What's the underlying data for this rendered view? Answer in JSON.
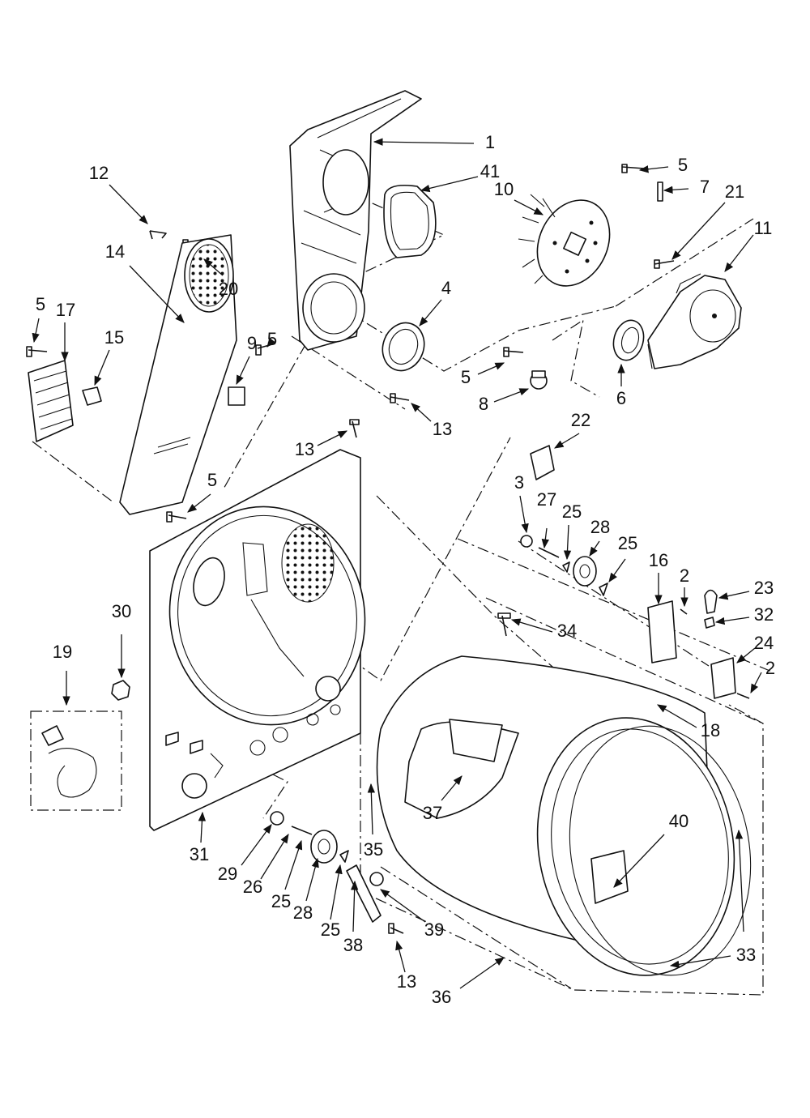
{
  "parts": [
    {
      "id": "1",
      "label": "1"
    },
    {
      "id": "41",
      "label": "41"
    },
    {
      "id": "10",
      "label": "10"
    },
    {
      "id": "5a",
      "label": "5"
    },
    {
      "id": "7",
      "label": "7"
    },
    {
      "id": "21",
      "label": "21"
    },
    {
      "id": "11",
      "label": "11"
    },
    {
      "id": "12",
      "label": "12"
    },
    {
      "id": "20",
      "label": "20"
    },
    {
      "id": "14",
      "label": "14"
    },
    {
      "id": "4",
      "label": "4"
    },
    {
      "id": "5b",
      "label": "5"
    },
    {
      "id": "17",
      "label": "17"
    },
    {
      "id": "15",
      "label": "15"
    },
    {
      "id": "9",
      "label": "9"
    },
    {
      "id": "5c",
      "label": "5"
    },
    {
      "id": "5d",
      "label": "5"
    },
    {
      "id": "8",
      "label": "8"
    },
    {
      "id": "6",
      "label": "6"
    },
    {
      "id": "13a",
      "label": "13"
    },
    {
      "id": "13b",
      "label": "13"
    },
    {
      "id": "22",
      "label": "22"
    },
    {
      "id": "5e",
      "label": "5"
    },
    {
      "id": "3",
      "label": "3"
    },
    {
      "id": "27",
      "label": "27"
    },
    {
      "id": "25a",
      "label": "25"
    },
    {
      "id": "28a",
      "label": "28"
    },
    {
      "id": "25b",
      "label": "25"
    },
    {
      "id": "16",
      "label": "16"
    },
    {
      "id": "2a",
      "label": "2"
    },
    {
      "id": "23",
      "label": "23"
    },
    {
      "id": "32",
      "label": "32"
    },
    {
      "id": "30",
      "label": "30"
    },
    {
      "id": "34",
      "label": "34"
    },
    {
      "id": "24",
      "label": "24"
    },
    {
      "id": "2b",
      "label": "2"
    },
    {
      "id": "19",
      "label": "19"
    },
    {
      "id": "18",
      "label": "18"
    },
    {
      "id": "37",
      "label": "37"
    },
    {
      "id": "40",
      "label": "40"
    },
    {
      "id": "31",
      "label": "31"
    },
    {
      "id": "35",
      "label": "35"
    },
    {
      "id": "29",
      "label": "29"
    },
    {
      "id": "26",
      "label": "26"
    },
    {
      "id": "25c",
      "label": "25"
    },
    {
      "id": "28b",
      "label": "28"
    },
    {
      "id": "25d",
      "label": "25"
    },
    {
      "id": "39",
      "label": "39"
    },
    {
      "id": "38",
      "label": "38"
    },
    {
      "id": "13c",
      "label": "13"
    },
    {
      "id": "33",
      "label": "33"
    },
    {
      "id": "36",
      "label": "36"
    }
  ]
}
